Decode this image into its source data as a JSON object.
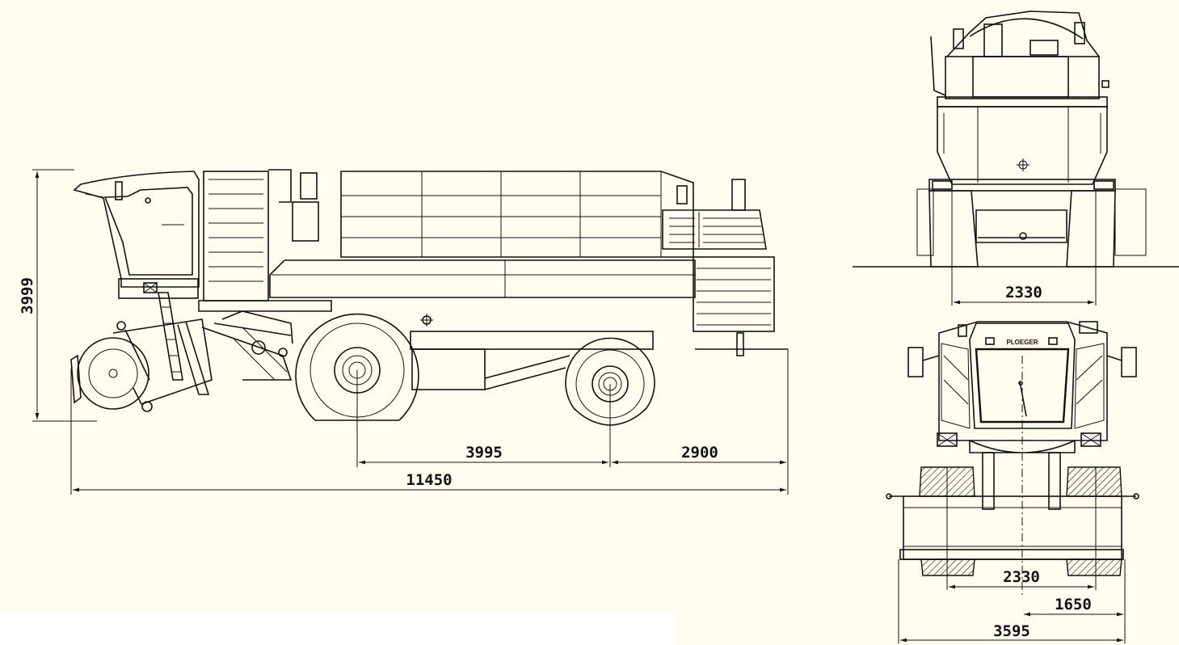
{
  "side_view": {
    "height_label": "3999",
    "wheelbase_label": "3995",
    "rear_overhang_label": "2900",
    "overall_length_label": "11450"
  },
  "rear_view": {
    "track_width_label": "2330"
  },
  "front_view": {
    "brand_text": "PLOEGER",
    "track_width_label": "2330",
    "half_width_label": "1650",
    "overall_width_label": "3595"
  },
  "colors": {
    "background": "#fffcf0",
    "lines": "#111111",
    "white_box": "#ffffff"
  }
}
